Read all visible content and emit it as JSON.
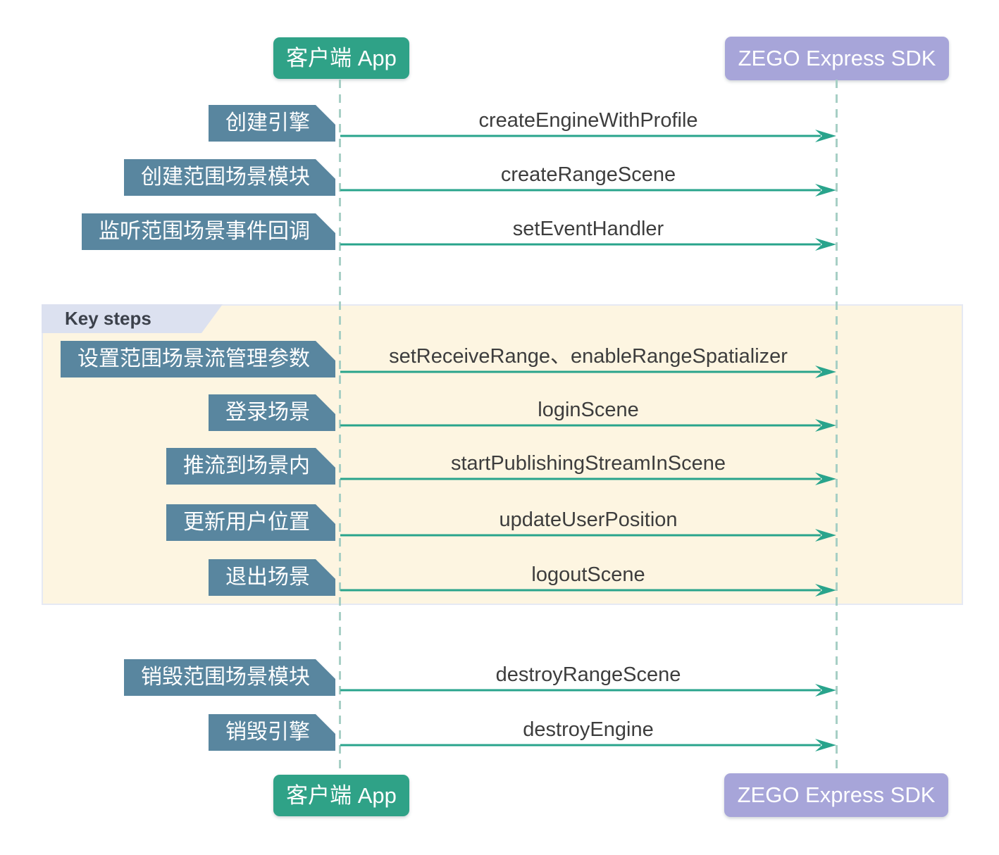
{
  "participants": {
    "left": {
      "label": "客户端 App",
      "bg": "#2fa287"
    },
    "right": {
      "label": "ZEGO Express SDK",
      "bg": "#a7a5d9"
    }
  },
  "fragment": {
    "label": "Key steps",
    "bg": "#fdf5e1",
    "tab_bg": "#dce1f0"
  },
  "messages": [
    {
      "step": "创建引擎",
      "method": "createEngineWithProfile",
      "in_fragment": false
    },
    {
      "step": "创建范围场景模块",
      "method": "createRangeScene",
      "in_fragment": false
    },
    {
      "step": "监听范围场景事件回调",
      "method": "setEventHandler",
      "in_fragment": false
    },
    {
      "step": "设置范围场景流管理参数",
      "method": "setReceiveRange、enableRangeSpatializer",
      "in_fragment": true
    },
    {
      "step": "登录场景",
      "method": "loginScene",
      "in_fragment": true
    },
    {
      "step": "推流到场景内",
      "method": "startPublishingStreamInScene",
      "in_fragment": true
    },
    {
      "step": "更新用户位置",
      "method": "updateUserPosition",
      "in_fragment": true
    },
    {
      "step": "退出场景",
      "method": "logoutScene",
      "in_fragment": true
    },
    {
      "step": "销毁范围场景模块",
      "method": "destroyRangeScene",
      "in_fragment": false
    },
    {
      "step": "销毁引擎",
      "method": "destroyEngine",
      "in_fragment": false
    }
  ],
  "colors": {
    "step_box": "#59869f",
    "arrow": "#29a48c",
    "lifeline": "#a7cfc5",
    "message_text": "#3d3d3d",
    "participant_left_bg": "#2fa287",
    "participant_right_bg": "#a7a5d9",
    "fragment_bg": "#fdf5e1",
    "fragment_tab_bg": "#dce1f0"
  }
}
